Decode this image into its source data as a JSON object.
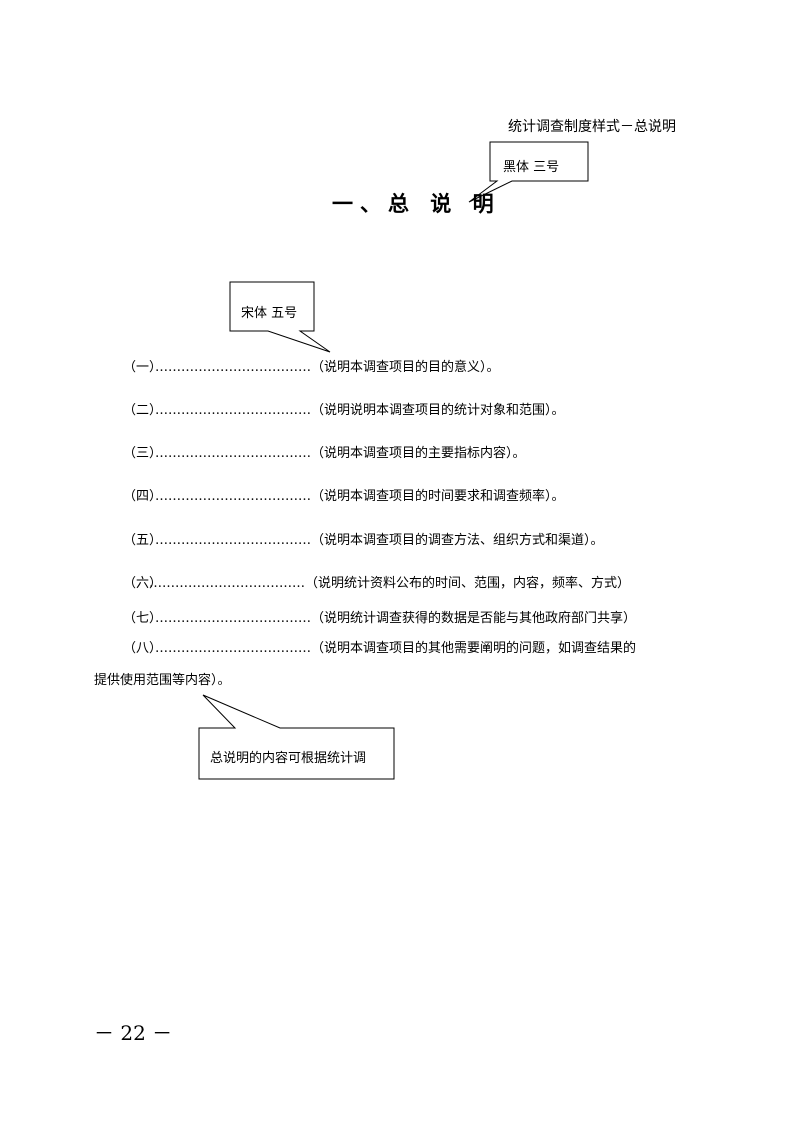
{
  "header": {
    "label": "统计调查制度样式－总说明"
  },
  "title": "一、总 说 明",
  "callouts": {
    "title_font": "黑体  三号",
    "body_font": "宋体  五号",
    "note": "总说明的内容可根据统计调"
  },
  "items": [
    {
      "num": "（一）",
      "dots": "………………………………",
      "text": "（说明本调查项目的目的意义）。"
    },
    {
      "num": "（二）",
      "dots": "………………………………",
      "text": "（说明说明本调查项目的统计对象和范围）。"
    },
    {
      "num": "（三）",
      "dots": "………………………………",
      "text": "（说明本调查项目的主要指标内容）。"
    },
    {
      "num": "（四）",
      "dots": "………………………………",
      "text": "（说明本调查项目的时间要求和调查频率）。"
    },
    {
      "num": "（五）",
      "dots": "………………………………",
      "text": "（说明本调查项目的调查方法、组织方式和渠道）。"
    },
    {
      "num": "（六）",
      "dots": "………………………………",
      "text": "（说明统计资料公布的时间、范围，内容，频率、方式）"
    },
    {
      "num": "（七）",
      "dots": "………………………………",
      "text": "（说明统计调查获得的数据是否能与其他政府部门共享）"
    },
    {
      "num": "（八）",
      "dots": "………………………………",
      "text": "（说明本调查项目的其他需要阐明的问题，如调查结果的"
    }
  ],
  "item_8_continuation": "提供使用范围等内容）。",
  "page_number": "－ 22 －"
}
